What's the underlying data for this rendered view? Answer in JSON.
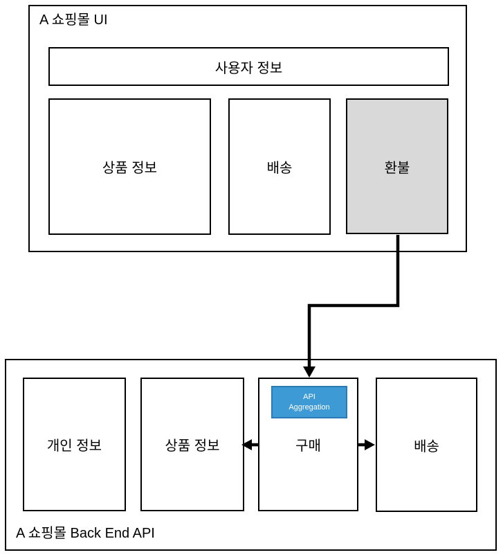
{
  "diagram": {
    "ui_section": {
      "title": "A 쇼핑몰 UI",
      "boxes": {
        "user_info": "사용자 정보",
        "product_info": "상품 정보",
        "delivery": "배송",
        "refund": "환불"
      }
    },
    "api_section": {
      "title": "A 쇼핑몰 Back End API",
      "boxes": {
        "personal_info": "개인 정보",
        "product_info": "상품 정보",
        "purchase": "구매",
        "delivery": "배송"
      },
      "badge": {
        "line1": "API",
        "line2": "Aggregation"
      }
    },
    "colors": {
      "refund_fill": "#d9d9d9",
      "badge_fill": "#3e9ad5",
      "badge_border": "#2a7ab5",
      "line": "#000000"
    }
  }
}
